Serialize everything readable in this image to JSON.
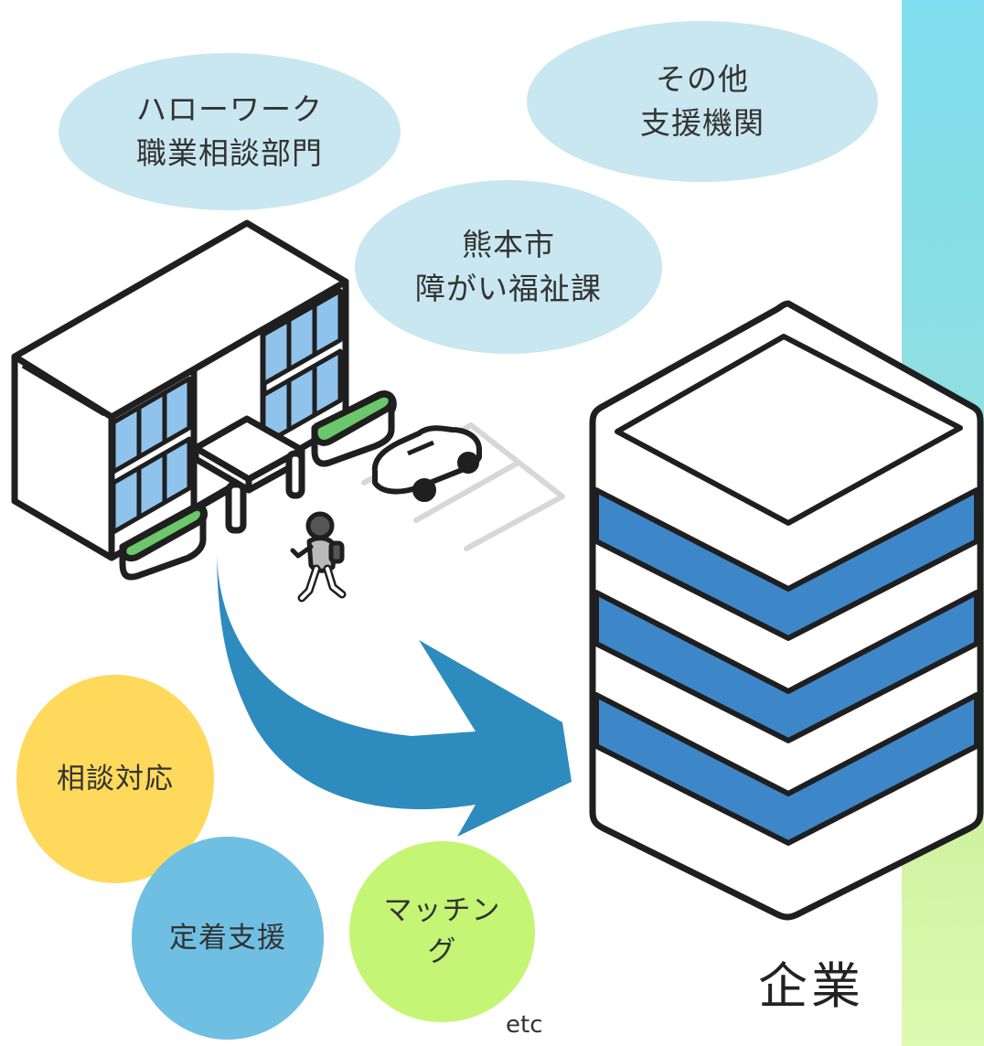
{
  "organizations": [
    {
      "lines": [
        "ハローワーク",
        "職業相談部門"
      ]
    },
    {
      "lines": [
        "その他",
        "支援機関"
      ]
    },
    {
      "lines": [
        "熊本市",
        "障がい福祉課"
      ]
    }
  ],
  "services": [
    {
      "label": "相談対応",
      "color": "#ffd95c"
    },
    {
      "label": "定着支援",
      "color": "#6fbfe3"
    },
    {
      "lines": [
        "マッチン",
        "グ"
      ],
      "color": "#c4f574"
    }
  ],
  "etc_label": "etc",
  "company_label": "企業",
  "colors": {
    "arrow": "#2e8bbd",
    "window": "#8fc3ec",
    "planter": "#6cc76a",
    "company_band": "#3d87c9",
    "org_bubble": "#c9e7f0"
  },
  "icons": [
    "office-building-icon",
    "car-icon",
    "pedestrian-icon",
    "company-tower-icon",
    "flow-arrow-icon"
  ]
}
